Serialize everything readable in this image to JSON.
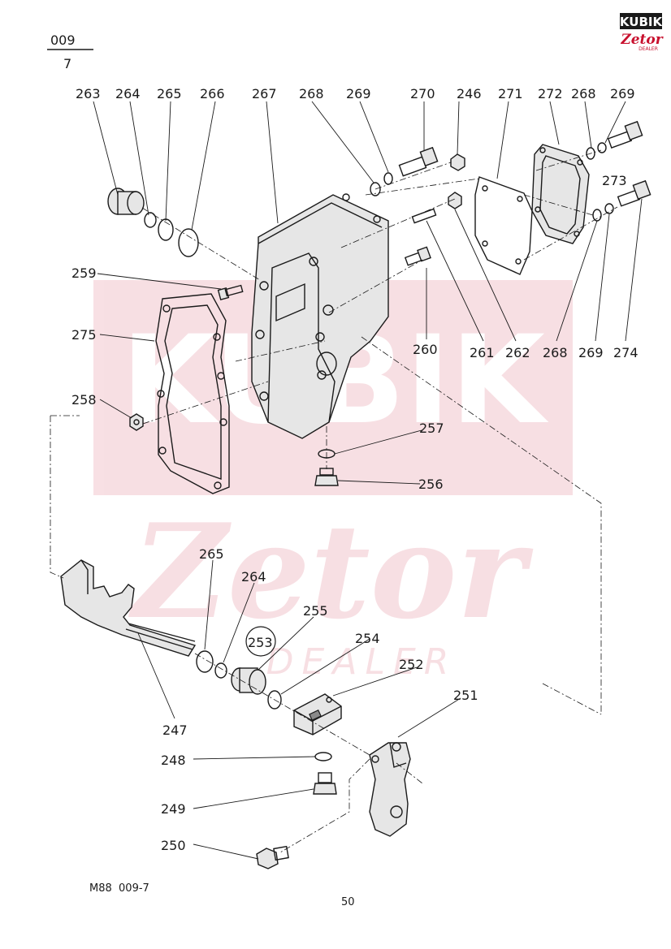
{
  "header": {
    "group_number": "009",
    "sheet_number": "7"
  },
  "brand": {
    "logo_text": "KUBIK",
    "logo_sub": "Zetor",
    "logo_dealer": "DEALER",
    "watermark_main": "Zetor",
    "watermark_sub": "DEALER",
    "watermark_letters": "KUBIK",
    "accent_color": "#c8102e"
  },
  "callouts": {
    "c263": "263",
    "c264a": "264",
    "c265a": "265",
    "c266": "266",
    "c267": "267",
    "c268a": "268",
    "c269a": "269",
    "c270": "270",
    "c246": "246",
    "c271": "271",
    "c272": "272",
    "c268b": "268",
    "c269b": "269",
    "c273": "273",
    "c259": "259",
    "c275": "275",
    "c258": "258",
    "c260": "260",
    "c261": "261",
    "c262": "262",
    "c268c": "268",
    "c269c": "269",
    "c274": "274",
    "c257": "257",
    "c256": "256",
    "c265b": "265",
    "c264b": "264",
    "c255": "255",
    "c253": "253",
    "c254": "254",
    "c252": "252",
    "c251": "251",
    "c247": "247",
    "c248": "248",
    "c249": "249",
    "c250": "250"
  },
  "footer": {
    "drawing_code": "M88  009-7",
    "page_number": "50"
  }
}
